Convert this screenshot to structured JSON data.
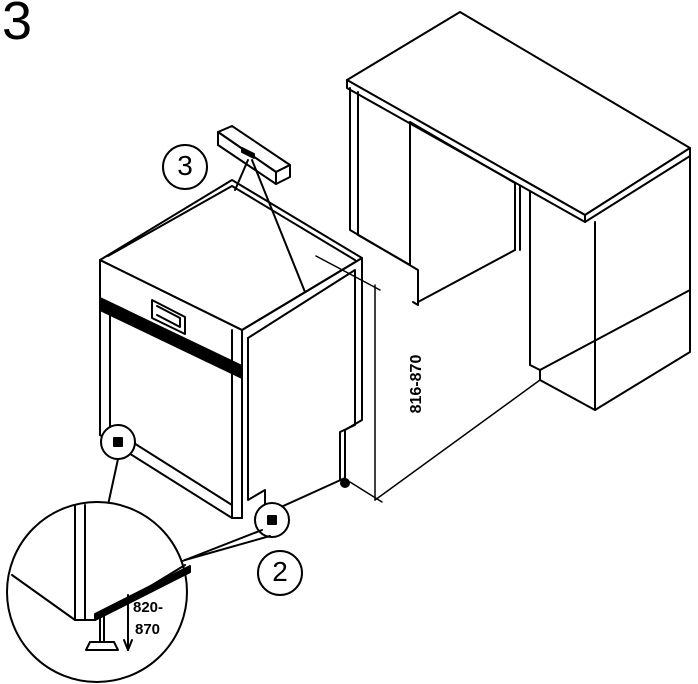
{
  "step": "3",
  "callouts": {
    "leveling_feet": "2",
    "spirit_level": "3"
  },
  "dimensions": {
    "installed_height": "816-870",
    "foot_height_line1": "820-",
    "foot_height_line2": "870"
  }
}
